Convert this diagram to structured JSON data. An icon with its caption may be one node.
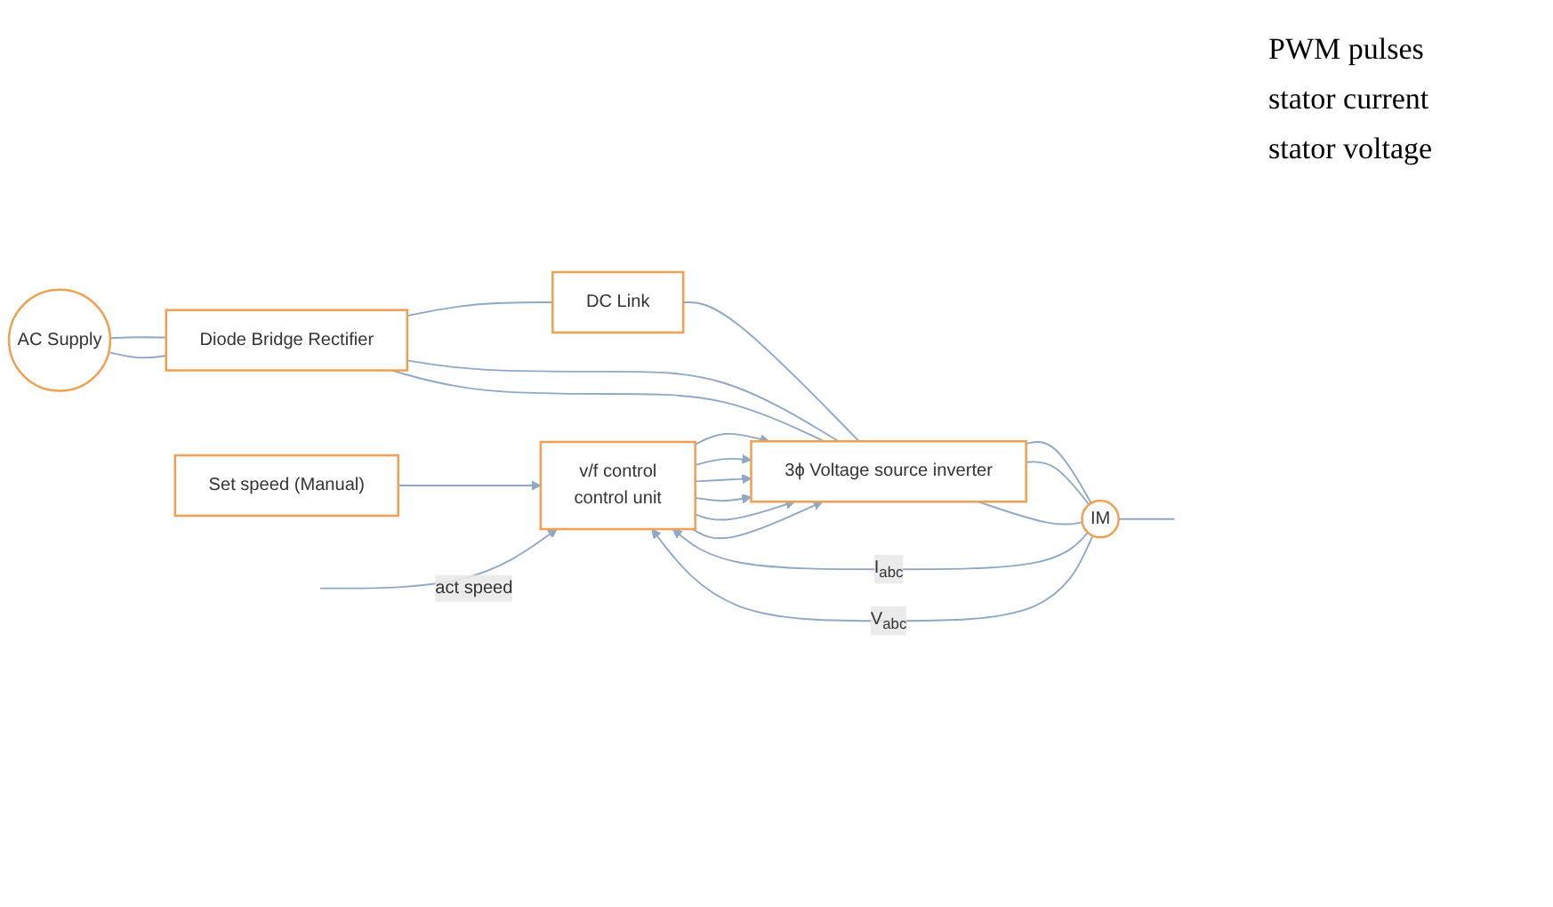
{
  "diagram": {
    "nodes": [
      {
        "text": [
          "AC Supply"
        ]
      },
      {
        "text": [
          "Diode Bridge Rectifier"
        ]
      },
      {
        "text": [
          "DC Link"
        ]
      },
      {
        "text": [
          "3ϕ Voltage source inverter"
        ]
      },
      {
        "text": [
          "IM"
        ]
      },
      {
        "text": [
          "v/f control",
          "control unit"
        ]
      },
      {
        "text": [
          "Set speed (Manual)"
        ]
      }
    ],
    "edges": [
      {
        "from": 0,
        "to": 1,
        "arrow": "none"
      },
      {
        "from": 0,
        "to": 1,
        "arrow": "none"
      },
      {
        "from": 1,
        "to": 2,
        "arrow": "none"
      },
      {
        "from": 2,
        "to": 3,
        "arrow": "none"
      },
      {
        "from": 1,
        "to": 3,
        "arrow": "none"
      },
      {
        "from": 1,
        "to": 3,
        "arrow": "none"
      },
      {
        "from": 3,
        "to": 4,
        "arrow": "none"
      },
      {
        "from": 3,
        "to": 4,
        "arrow": "none"
      },
      {
        "from": 3,
        "to": 4,
        "arrow": "none"
      },
      {
        "from": 4,
        "to": null,
        "arrow": "none"
      },
      {
        "from": 5,
        "to": 3,
        "arrow": "to"
      },
      {
        "from": 5,
        "to": 3,
        "arrow": "to"
      },
      {
        "from": 5,
        "to": 3,
        "arrow": "to"
      },
      {
        "from": 5,
        "to": 3,
        "arrow": "to"
      },
      {
        "from": 5,
        "to": 3,
        "arrow": "to"
      },
      {
        "from": 5,
        "to": 3,
        "arrow": "to"
      },
      {
        "from": 6,
        "to": 5,
        "arrow": "to"
      },
      {
        "from": null,
        "to": 5,
        "arrow": "to",
        "label": "act speed"
      },
      {
        "from": 4,
        "to": 5,
        "arrow": "to",
        "label": "I$_{abc}$"
      },
      {
        "from": 4,
        "to": 5,
        "arrow": "to",
        "label": "V$_{abc}$"
      }
    ],
    "labels": [
      "PWM pulses",
      "stator current",
      "stator voltage"
    ]
  }
}
